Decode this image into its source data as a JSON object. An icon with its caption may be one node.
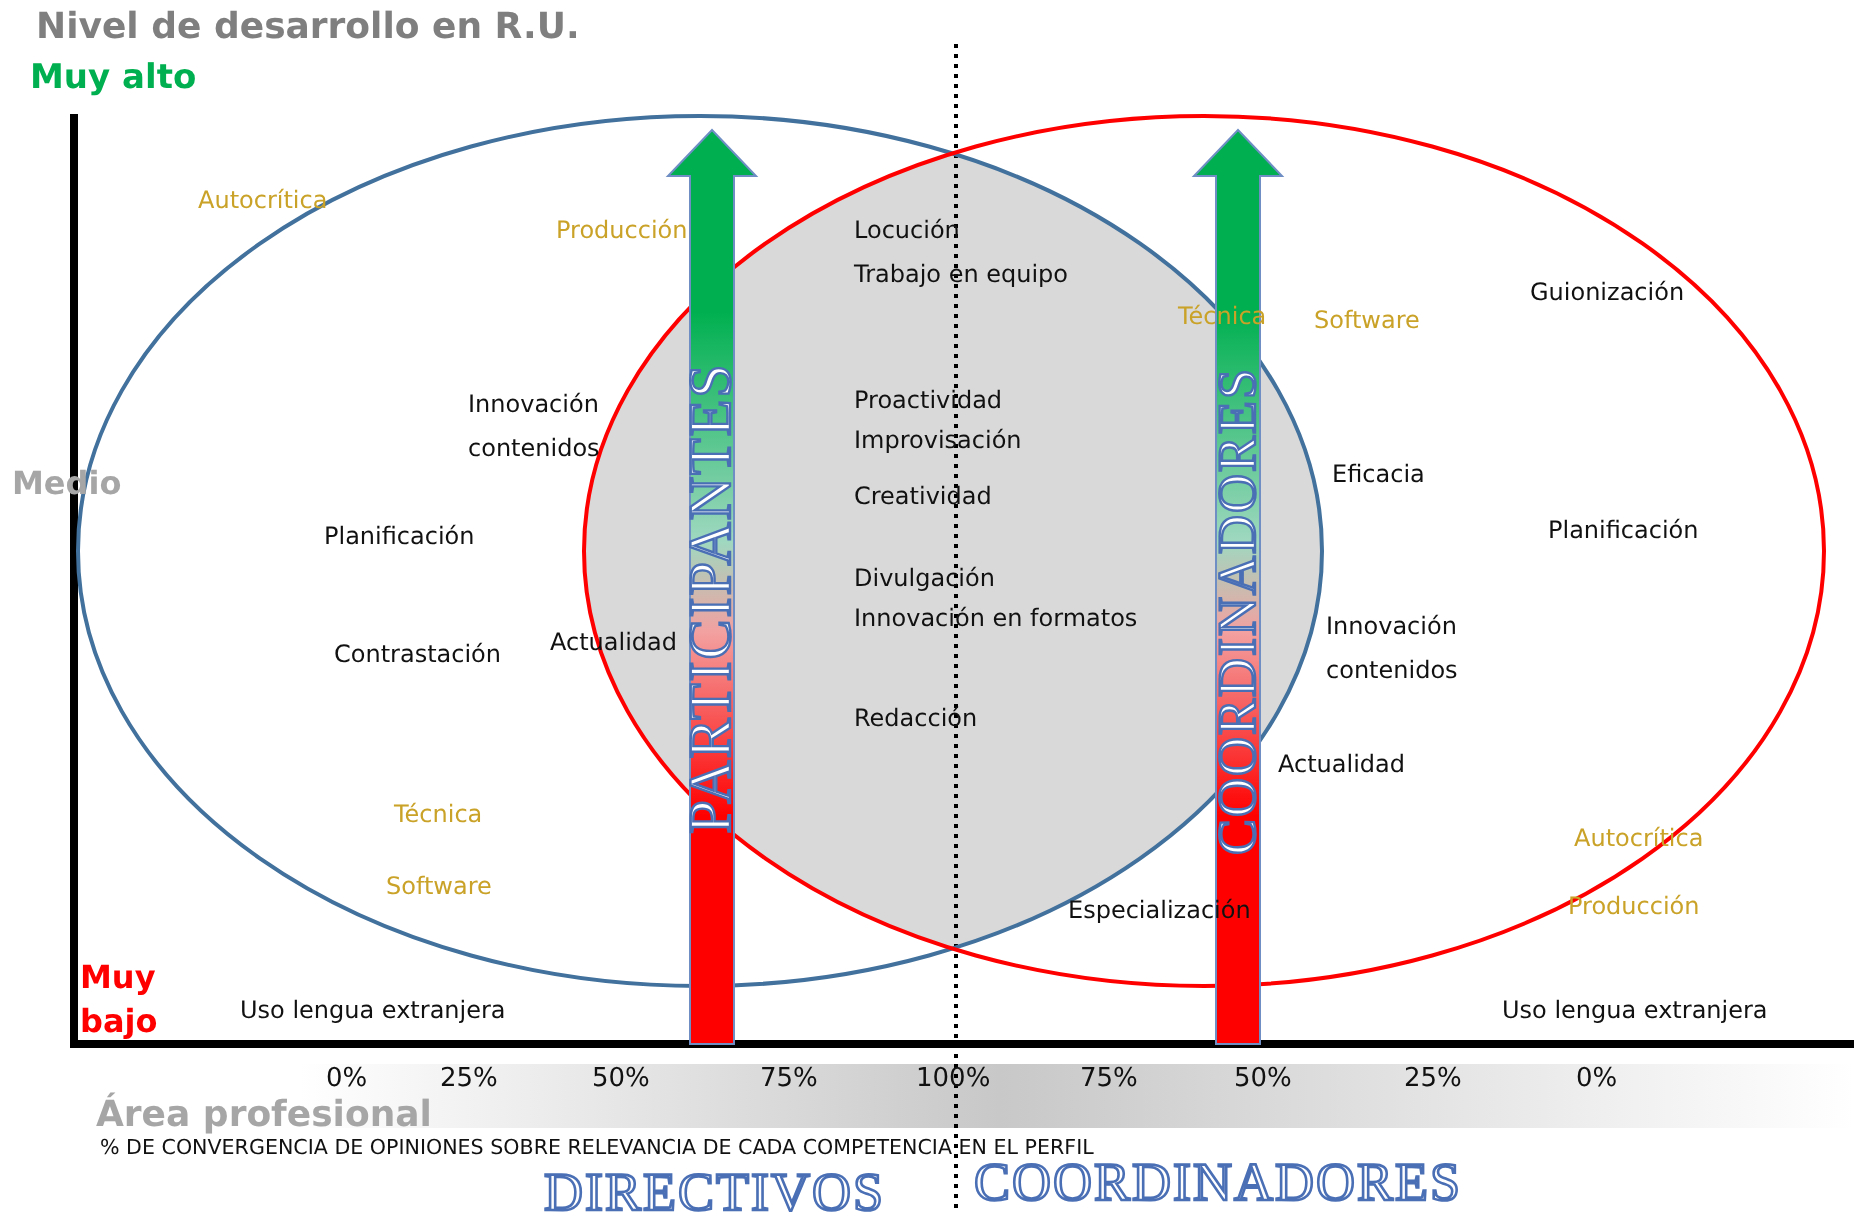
{
  "diagram": {
    "nodes": [
      {
        "text": [],
        "shape": "ellipse"
      },
      {
        "text": [],
        "shape": "ellipse"
      },
      {
        "text": [
          "PARTICIPANTES"
        ]
      },
      {
        "text": [
          "COORDINADORES"
        ]
      }
    ],
    "labels": [
      "Nivel de desarrollo en R.U.",
      "Muy alto",
      "Autocrítica",
      "Producción",
      "Locución",
      "Trabajo en equipo",
      "Técnica",
      "Software",
      "Guionización",
      "Innovación contenidos",
      "Proactividad",
      "Improvisación",
      "Medio",
      "Eficacia",
      "Creatividad",
      "Planificación",
      "Planificación",
      "Divulgación",
      "Innovación en formatos",
      "Innovación contenidos",
      "Contrastación",
      "Actualidad",
      "Redacción",
      "Actualidad",
      "Técnica",
      "Autocrítica",
      "Software",
      "Especialización",
      "Producción",
      "Muy bajo",
      "Uso lengua extranjera",
      "Uso lengua extranjera",
      "0%",
      "25%",
      "50%",
      "75%",
      "100%",
      "75%",
      "50%",
      "25%",
      "0%",
      "Área profesional",
      "% DE CONVERGENCIA DE OPINIONES SOBRE RELEVANCIA DE CADA COMPETENCIA EN EL PERFIL",
      "DIRECTIVOS",
      "COORDINADORES"
    ]
  }
}
